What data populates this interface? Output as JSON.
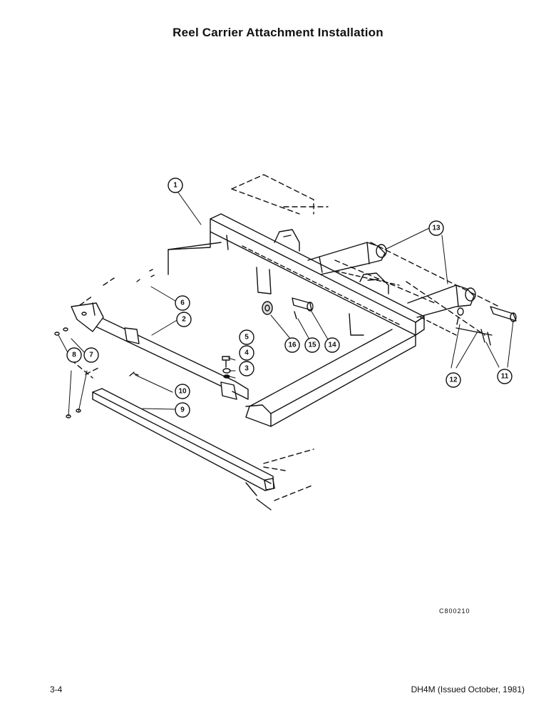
{
  "title": "Reel Carrier Attachment Installation",
  "drawing_code": "C800210",
  "footer": {
    "page_number": "3-4",
    "document_ref": "DH4M (Issued October, 1981)"
  },
  "callouts": [
    "1",
    "2",
    "3",
    "4",
    "5",
    "6",
    "7",
    "8",
    "9",
    "10",
    "11",
    "12",
    "13",
    "14",
    "15",
    "16"
  ]
}
